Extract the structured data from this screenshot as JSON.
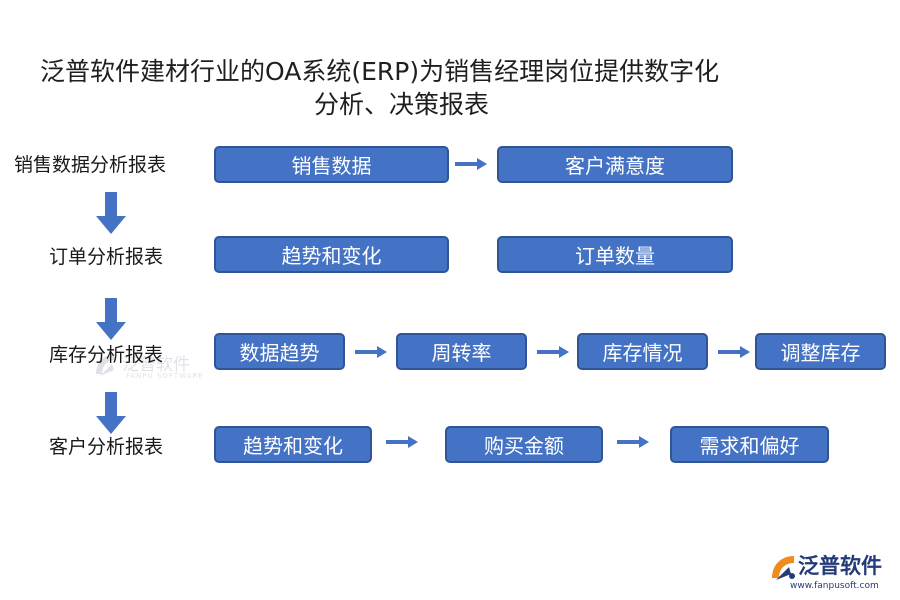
{
  "title": {
    "line1": "泛普软件建材行业的OA系统(ERP)为销售经理岗位提供数字化",
    "line2": "分析、决策报表"
  },
  "rows": [
    {
      "label": "销售数据分析报表",
      "items": [
        "销售数据",
        "客户满意度"
      ]
    },
    {
      "label": "订单分析报表",
      "items": [
        "趋势和变化",
        "订单数量"
      ]
    },
    {
      "label": "库存分析报表",
      "items": [
        "数据趋势",
        "周转率",
        "库存情况",
        "调整库存"
      ]
    },
    {
      "label": "客户分析报表",
      "items": [
        "趋势和变化",
        "购买金额",
        "需求和偏好"
      ]
    }
  ],
  "watermark": {
    "name": "泛普软件",
    "sub": "FANPU SOFTWARE"
  },
  "logo": {
    "name": "泛普软件",
    "url": "www.fanpusoft.com"
  },
  "colors": {
    "box_fill": "#4472c4",
    "box_border": "#2f5597",
    "arrow": "#4472c4",
    "logo_orange": "#f08c1e",
    "logo_blue": "#243b7a"
  }
}
